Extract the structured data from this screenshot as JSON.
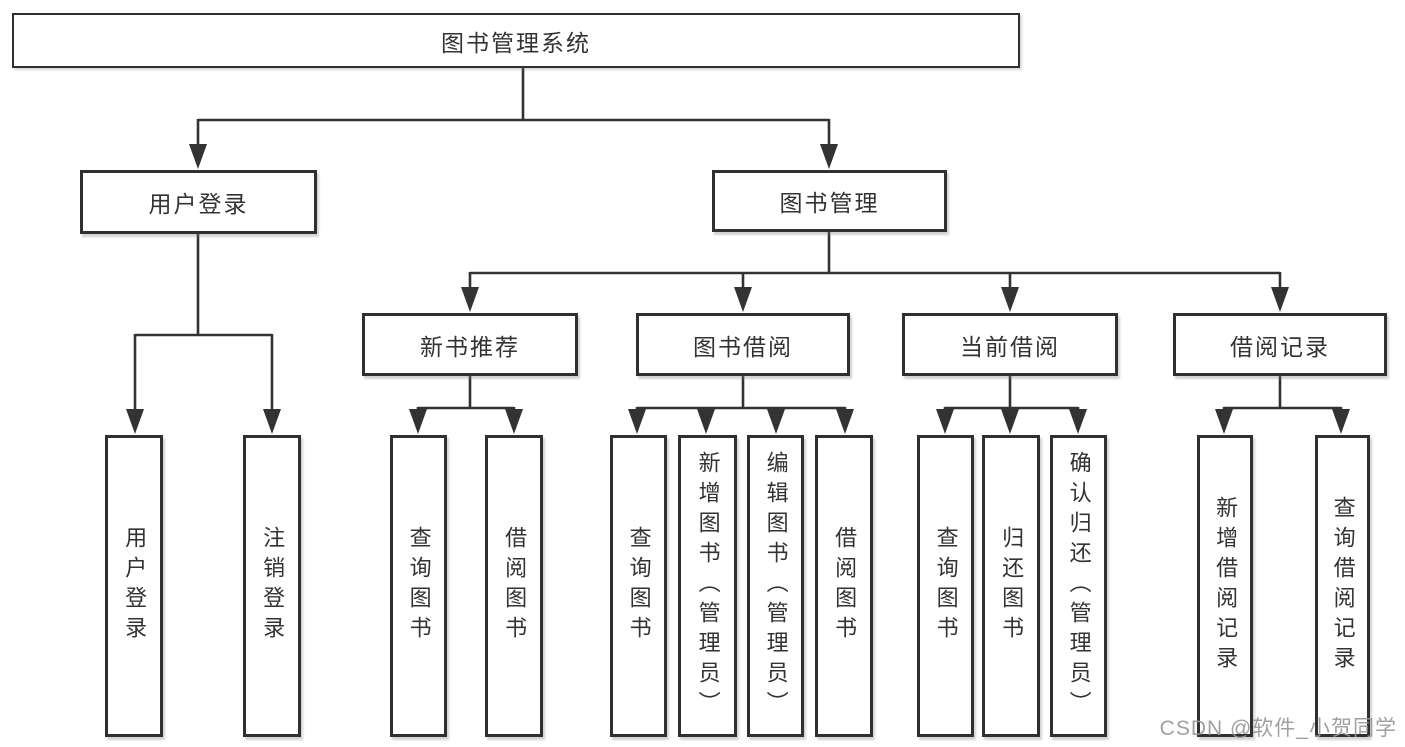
{
  "root": {
    "label": "图书管理系统"
  },
  "branches": {
    "user_login": {
      "label": "用户登录",
      "children": [
        {
          "label": "用户登录"
        },
        {
          "label": "注销登录"
        }
      ]
    },
    "book_management": {
      "label": "图书管理",
      "children": [
        {
          "label": "新书推荐",
          "children": [
            {
              "label": "查询图书"
            },
            {
              "label": "借阅图书"
            }
          ]
        },
        {
          "label": "图书借阅",
          "children": [
            {
              "label": "查询图书"
            },
            {
              "label": "新增图书（管理员）"
            },
            {
              "label": "编辑图书（管理员）"
            },
            {
              "label": "借阅图书"
            }
          ]
        },
        {
          "label": "当前借阅",
          "children": [
            {
              "label": "查询图书"
            },
            {
              "label": "归还图书"
            },
            {
              "label": "确认归还（管理员）"
            }
          ]
        },
        {
          "label": "借阅记录",
          "children": [
            {
              "label": "新增借阅记录"
            },
            {
              "label": "查询借阅记录"
            }
          ]
        }
      ]
    }
  },
  "watermark": "CSDN @软件_小贺同学",
  "colors": {
    "line": "#333333",
    "box_border": "#303030",
    "box_fill": "#ffffff",
    "text": "#333333",
    "watermark": "#989898",
    "background": "#ffffff"
  }
}
